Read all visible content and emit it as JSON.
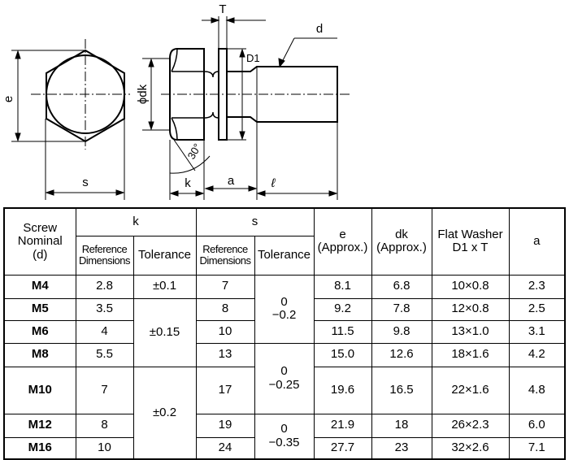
{
  "drawing": {
    "labels": {
      "e": "e",
      "s": "s",
      "T": "T",
      "d": "d",
      "D1": "D1",
      "dk": "ϕdk",
      "angle": "30°",
      "k": "k",
      "a": "a",
      "l": "ℓ"
    }
  },
  "table": {
    "headers": {
      "screw": "Screw",
      "nominal": "Nominal",
      "d": "(d)",
      "k": "k",
      "s": "s",
      "ref_dim": "Reference",
      "ref_dim2": "Dimensions",
      "tolerance": "Tolerance",
      "e": "e",
      "e_sub": "(Approx.)",
      "dk": "dk",
      "dk_sub": "(Approx.)",
      "washer": "Flat Washer",
      "washer_sub": "D1 x T",
      "a": "a"
    },
    "rows": [
      {
        "size": "M4",
        "k": "2.8",
        "s": "7",
        "e": "8.1",
        "dk": "6.8",
        "washer": "10×0.8",
        "a": "2.3"
      },
      {
        "size": "M5",
        "k": "3.5",
        "s": "8",
        "e": "9.2",
        "dk": "7.8",
        "washer": "12×0.8",
        "a": "2.5"
      },
      {
        "size": "M6",
        "k": "4",
        "s": "10",
        "e": "11.5",
        "dk": "9.8",
        "washer": "13×1.0",
        "a": "3.1"
      },
      {
        "size": "M8",
        "k": "5.5",
        "s": "13",
        "e": "15.0",
        "dk": "12.6",
        "washer": "18×1.6",
        "a": "4.2"
      },
      {
        "size": "M10",
        "k": "7",
        "s": "17",
        "e": "19.6",
        "dk": "16.5",
        "washer": "22×1.6",
        "a": "4.8"
      },
      {
        "size": "M12",
        "k": "8",
        "s": "19",
        "e": "21.9",
        "dk": "18",
        "washer": "26×2.3",
        "a": "6.0"
      },
      {
        "size": "M16",
        "k": "10",
        "s": "24",
        "e": "27.7",
        "dk": "23",
        "washer": "32×2.6",
        "a": "7.1"
      }
    ],
    "k_tol": [
      "±0.1",
      "±0.15",
      "±0.2"
    ],
    "s_tol": [
      {
        "up": "0",
        "low": "−0.2"
      },
      {
        "up": "0",
        "low": "−0.25"
      },
      {
        "up": "0",
        "low": "−0.35"
      }
    ]
  }
}
